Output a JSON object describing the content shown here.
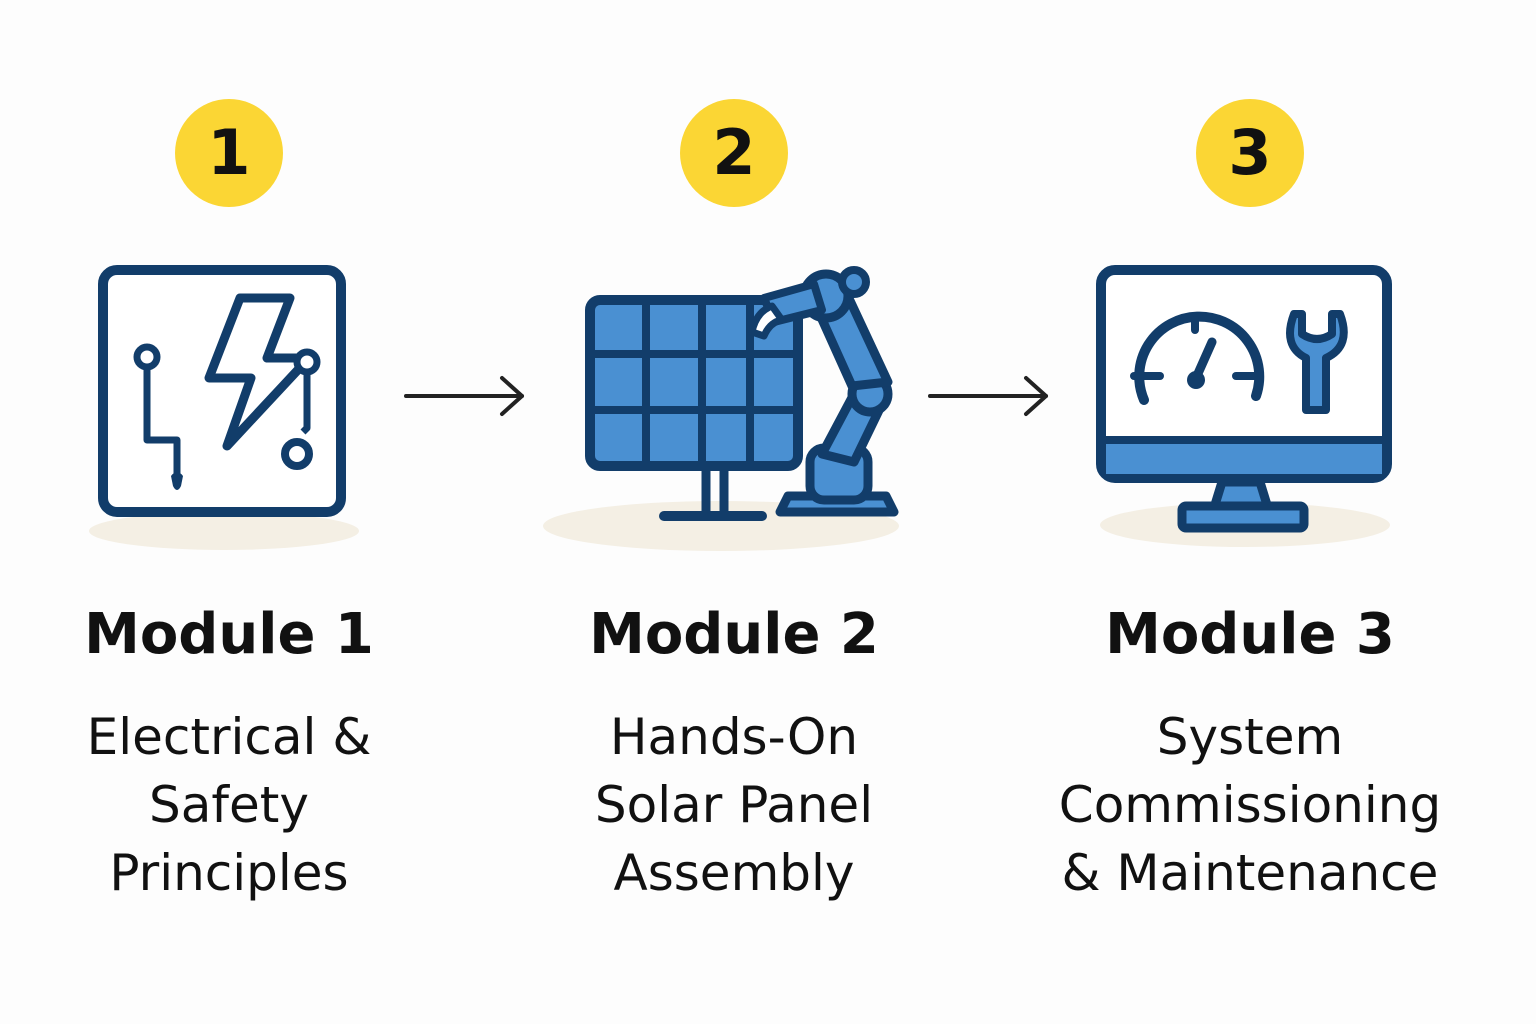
{
  "colors": {
    "badge": "#fbd634",
    "outline": "#123d6a",
    "fill": "#4a90d2",
    "shadow": "#f4efe4",
    "text": "#111111"
  },
  "modules": [
    {
      "number": "1",
      "title": "Module 1",
      "description_lines": [
        "Electrical &",
        "Safety",
        "Principles"
      ],
      "icon": "circuit-lightning-icon"
    },
    {
      "number": "2",
      "title": "Module 2",
      "description_lines": [
        "Hands-On",
        "Solar Panel",
        "Assembly"
      ],
      "icon": "solar-panel-robot-arm-icon"
    },
    {
      "number": "3",
      "title": "Module 3",
      "description_lines": [
        "System",
        "Commissioning",
        "& Maintenance"
      ],
      "icon": "monitor-gauge-wrench-icon"
    }
  ],
  "connectors": [
    "right-arrow-icon",
    "right-arrow-icon"
  ]
}
